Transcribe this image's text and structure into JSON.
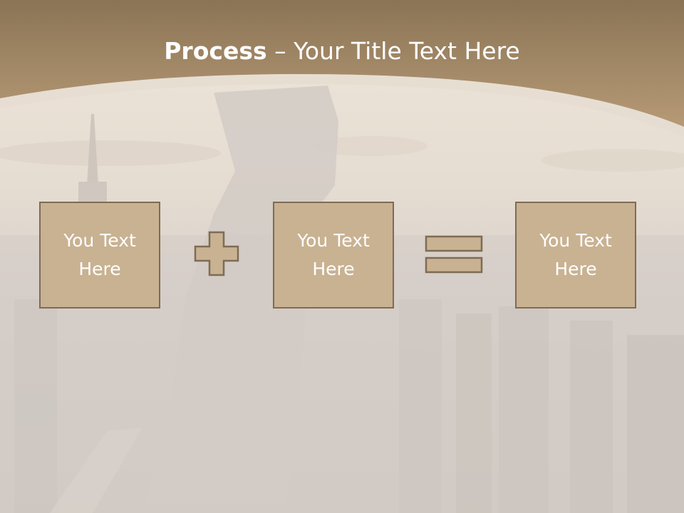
{
  "title": {
    "bold": "Process",
    "rest": " – Your Title Text Here"
  },
  "boxes": [
    {
      "text": "You Text Here"
    },
    {
      "text": "You Text Here"
    },
    {
      "text": "You Text Here"
    }
  ],
  "operators": {
    "first": "plus-icon",
    "second": "equals-icon"
  },
  "colors": {
    "header": "#a7855f",
    "box_fill": "#c8b292",
    "box_border": "#7f6b55",
    "text": "#ffffff"
  }
}
